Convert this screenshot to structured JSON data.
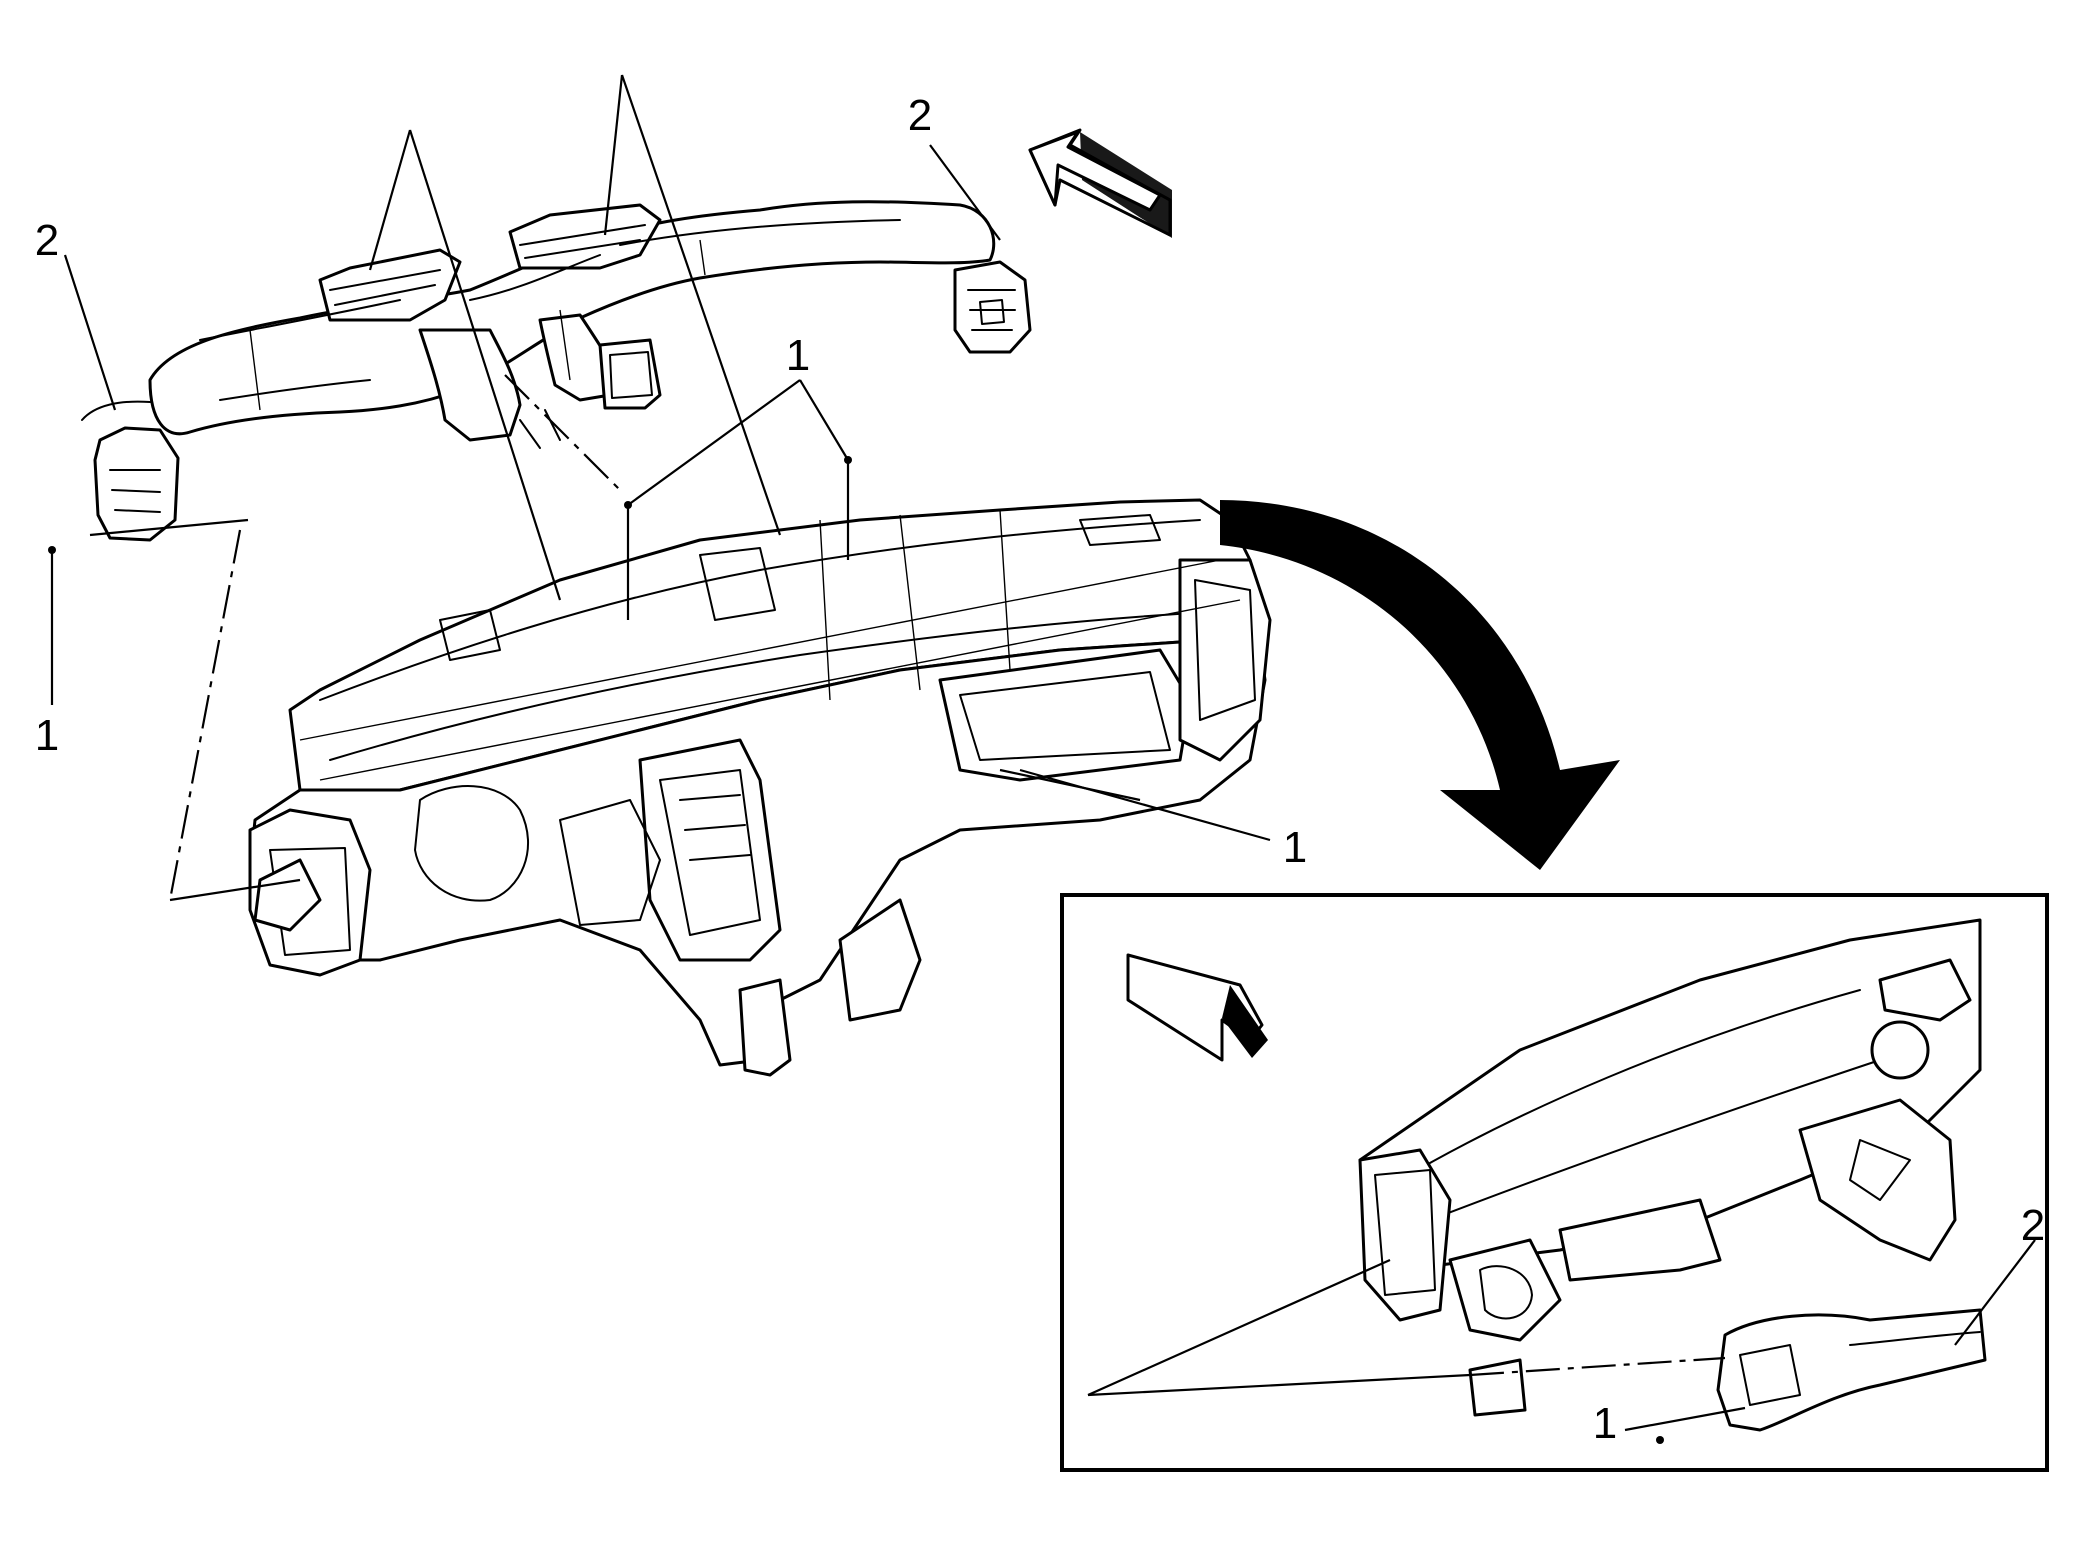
{
  "callouts": {
    "duct_left": "2",
    "duct_right": "2",
    "fastener_left": "1",
    "fastener_center": "1",
    "fastener_lower": "1",
    "inset_duct": "2",
    "inset_fastener": "1"
  },
  "colors": {
    "line": "#000000",
    "background": "#ffffff"
  }
}
